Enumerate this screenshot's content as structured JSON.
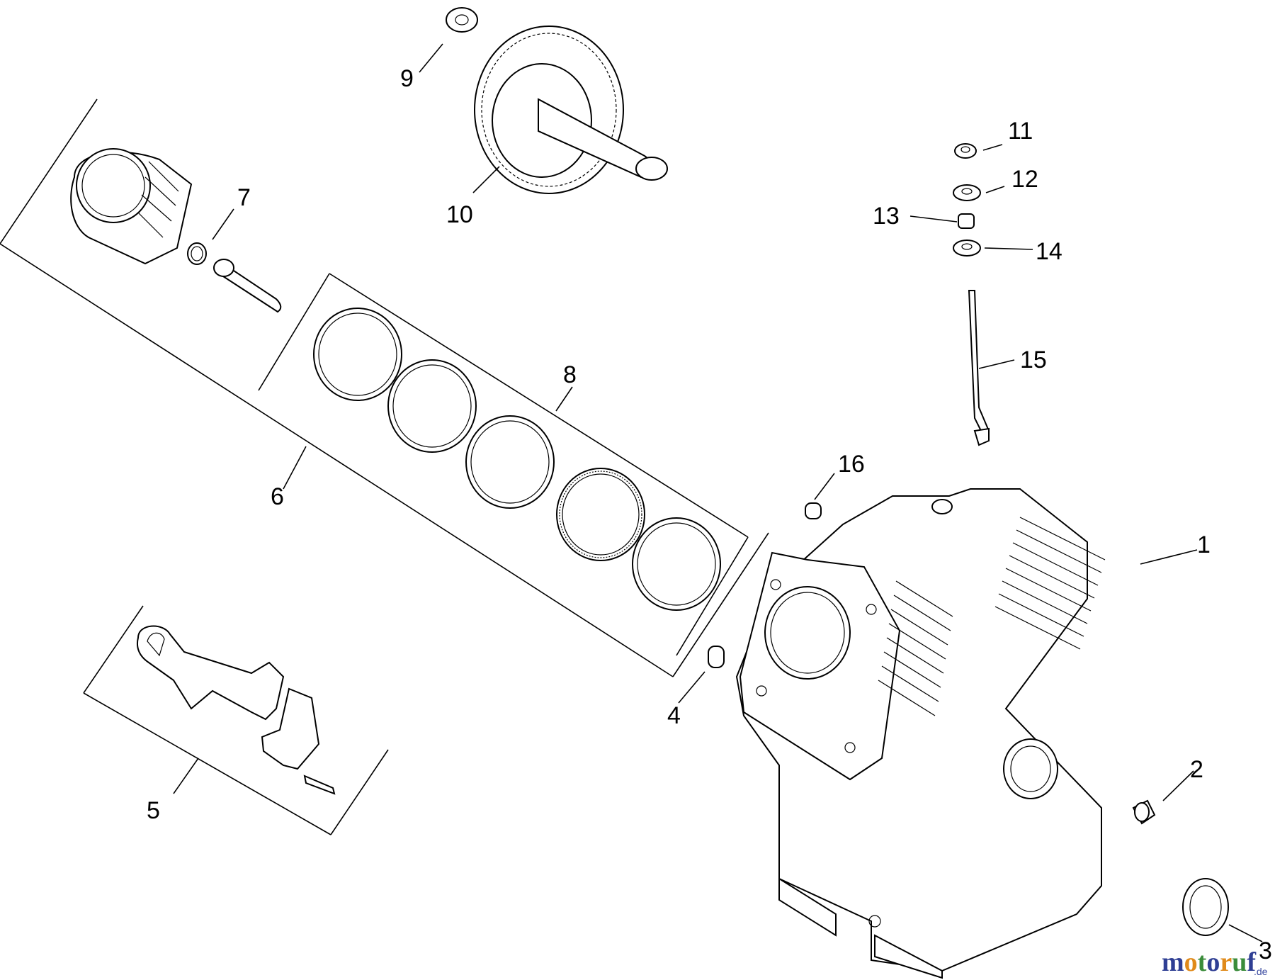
{
  "callouts": {
    "c1": "1",
    "c2": "2",
    "c3": "3",
    "c4": "4",
    "c5": "5",
    "c6": "6",
    "c7": "7",
    "c8": "8",
    "c9": "9",
    "c10": "10",
    "c11": "11",
    "c12": "12",
    "c13": "13",
    "c14": "14",
    "c15": "15",
    "c16": "16"
  },
  "watermark": {
    "text": "motoruf",
    "suffix": ".de",
    "colors": [
      "#2f3f94",
      "#e08a1a",
      "#3a8c3a"
    ]
  }
}
